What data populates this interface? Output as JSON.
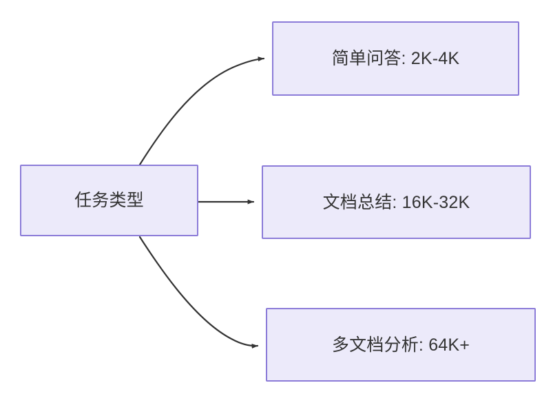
{
  "diagram": {
    "type": "flowchart",
    "direction": "left-to-right",
    "background_color": "#FFFFFF",
    "node_fill_color": "#ECEAFA",
    "node_border_color": "#8B7BD8",
    "edge_color": "#333333",
    "text_color": "#333333",
    "source_node": {
      "id": "task-type",
      "label": "任务类型"
    },
    "target_nodes": [
      {
        "id": "simple-qa",
        "label": "简单问答: 2K-4K",
        "task": "简单问答",
        "token_range": "2K-4K"
      },
      {
        "id": "doc-summary",
        "label": "文档总结: 16K-32K",
        "task": "文档总结",
        "token_range": "16K-32K"
      },
      {
        "id": "multi-doc-analysis",
        "label": "多文档分析: 64K+",
        "task": "多文档分析",
        "token_range": "64K+"
      }
    ],
    "edges": [
      {
        "id": "edge-to-simple-qa",
        "from": "task-type",
        "to": "simple-qa",
        "style": "curved",
        "arrow": "arrow-head-icon"
      },
      {
        "id": "edge-to-doc-summary",
        "from": "task-type",
        "to": "doc-summary",
        "style": "straight",
        "arrow": "arrow-head-icon"
      },
      {
        "id": "edge-to-multi-doc-analysis",
        "from": "task-type",
        "to": "multi-doc-analysis",
        "style": "curved",
        "arrow": "arrow-head-icon"
      }
    ]
  }
}
